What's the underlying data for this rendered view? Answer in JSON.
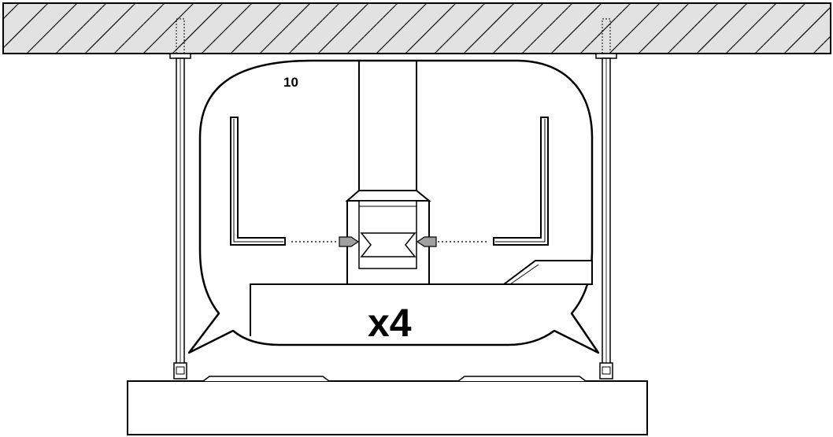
{
  "callout": {
    "step_number": "10",
    "quantity": "x4"
  },
  "colors": {
    "stroke": "#000000",
    "fill": "#ffffff",
    "ceiling": "#e2e2e2",
    "wedge": "#a0a0a0"
  },
  "icons": {
    "ceiling": "hatched-ceiling-slab",
    "hanger": "threaded-hanger-rod",
    "bracket": "l-bracket",
    "connector": "coupling-connector",
    "screw": "pointed-screw",
    "panel": "mounted-panel"
  }
}
